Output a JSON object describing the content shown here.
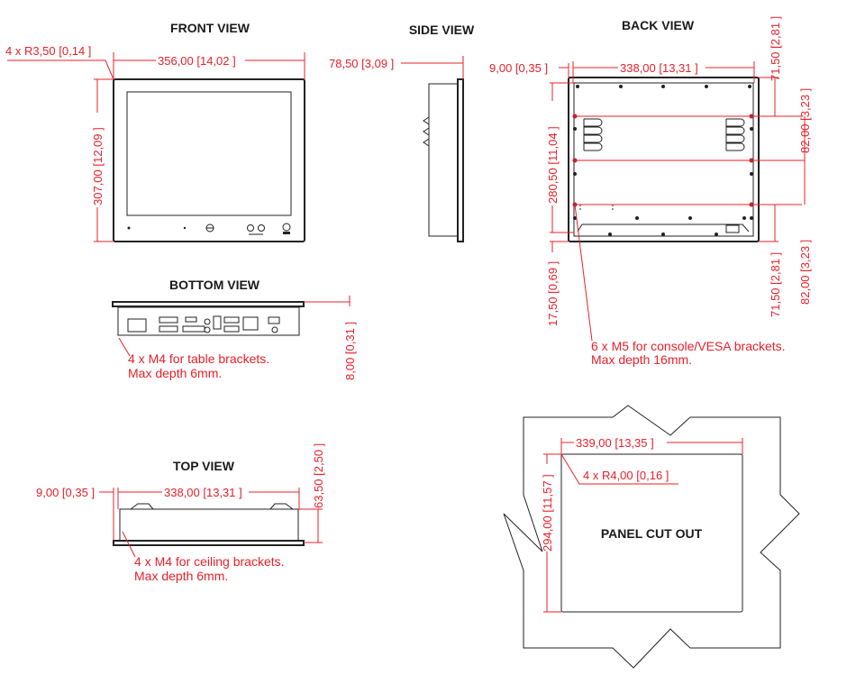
{
  "colors": {
    "dimension": "#e8202a",
    "outline": "#222222"
  },
  "front_view": {
    "title": "FRONT VIEW",
    "corner_radius": "4 x  R3,50  [0,14 ]",
    "width": "356,00  [14,02 ]",
    "height": "307,00  [12,09 ]"
  },
  "side_view": {
    "title": "SIDE VIEW",
    "depth": "78,50  [3,09 ]"
  },
  "back_view": {
    "title": "BACK VIEW",
    "offset": "9,00  [0,35 ]",
    "width": "338,00  [13,31 ]",
    "height": "280,50  [11,04 ]",
    "bottom_offset": "17,50  [0,69 ]",
    "top_spacing": "71,50  [2,81 ]",
    "bottom_spacing": "71,50  [2,81 ]",
    "hole_spacing_top": "82,00  [3,23 ]",
    "hole_spacing_bottom": "82,00  [3,23 ]",
    "note_line1": "6 x M5 for console/VESA brackets.",
    "note_line2": "Max depth 16mm."
  },
  "bottom_view": {
    "title": "BOTTOM VIEW",
    "thickness": "8,00  [0,31 ]",
    "note_line1": "4 x M4 for table brackets.",
    "note_line2": "Max depth 6mm."
  },
  "top_view": {
    "title": "TOP VIEW",
    "offset": "9,00  [0,35 ]",
    "width": "338,00  [13,31 ]",
    "depth": "63,50  [2,50 ]",
    "note_line1": "4 x M4 for ceiling brackets.",
    "note_line2": "Max depth 6mm."
  },
  "panel_cut_out": {
    "title": "PANEL CUT OUT",
    "width": "339,00  [13,35 ]",
    "height": "294,00  [11,57 ]",
    "corner_radius": "4 x  R4,00  [0,16 ]"
  }
}
